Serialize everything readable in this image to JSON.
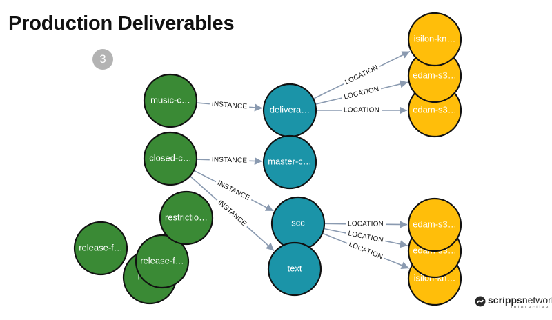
{
  "slide": {
    "title": "Production Deliverables",
    "step_badge": "3"
  },
  "colors": {
    "green_node": "#3a8a35",
    "teal_node": "#1b94a8",
    "yellow_node": "#ffbe0a",
    "node_stroke": "#111111",
    "edge": "#8a9ab0"
  },
  "graph": {
    "nodes": [
      {
        "id": "music",
        "label": "music-c…",
        "kind": "green"
      },
      {
        "id": "closed",
        "label": "closed-c…",
        "kind": "green"
      },
      {
        "id": "restrictio",
        "label": "restrictio…",
        "kind": "green"
      },
      {
        "id": "release1",
        "label": "release-f…",
        "kind": "green"
      },
      {
        "id": "rele",
        "label": "rele…",
        "kind": "green"
      },
      {
        "id": "release2",
        "label": "release-f…",
        "kind": "green"
      },
      {
        "id": "delivera",
        "label": "delivera…",
        "kind": "teal"
      },
      {
        "id": "master",
        "label": "master-c…",
        "kind": "teal"
      },
      {
        "id": "scc",
        "label": "scc",
        "kind": "teal"
      },
      {
        "id": "text",
        "label": "text",
        "kind": "teal"
      },
      {
        "id": "isilon1",
        "label": "isilon-kn…",
        "kind": "yellow"
      },
      {
        "id": "edam1",
        "label": "edam-s3…",
        "kind": "yellow"
      },
      {
        "id": "edam2",
        "label": "edam-s3…",
        "kind": "yellow"
      },
      {
        "id": "edam3",
        "label": "edam-s3…",
        "kind": "yellow"
      },
      {
        "id": "edam4",
        "label": "edam-s3…",
        "kind": "yellow"
      },
      {
        "id": "isilon2",
        "label": "isilon-kn…",
        "kind": "yellow"
      }
    ],
    "edges": [
      {
        "from": "music",
        "to": "delivera",
        "label": "INSTANCE"
      },
      {
        "from": "closed",
        "to": "master",
        "label": "INSTANCE"
      },
      {
        "from": "closed",
        "to": "scc",
        "label": "INSTANCE"
      },
      {
        "from": "closed",
        "to": "text",
        "label": "INSTANCE"
      },
      {
        "from": "delivera",
        "to": "isilon1",
        "label": "LOCATION"
      },
      {
        "from": "delivera",
        "to": "edam1",
        "label": "LOCATION"
      },
      {
        "from": "delivera",
        "to": "edam2",
        "label": "LOCATION"
      },
      {
        "from": "scc",
        "to": "edam3",
        "label": "LOCATION"
      },
      {
        "from": "scc",
        "to": "edam4",
        "label": "LOCATION"
      },
      {
        "from": "scc",
        "to": "isilon2",
        "label": "LOCATION"
      }
    ]
  },
  "logo": {
    "brand_bold": "scripps",
    "brand_regular": "networks",
    "tagline": "interactive"
  }
}
